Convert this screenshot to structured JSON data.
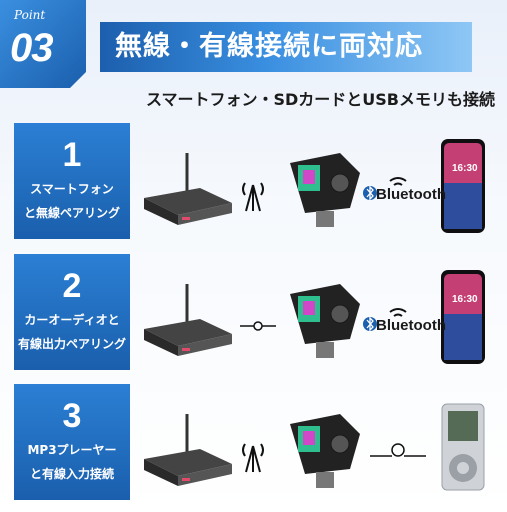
{
  "badge": {
    "label": "Point",
    "number": "03"
  },
  "title": "無線・有線接続に両対応",
  "subtitle": "スマートフォン・SDカードとUSBメモリも接続",
  "rows": [
    {
      "number": "1",
      "line1": "スマートフォン",
      "line2": "と無線ペアリング",
      "bluetooth": "Bluetooth",
      "clock": "16:30"
    },
    {
      "number": "2",
      "line1": "カーオーディオと",
      "line2": "有線出力ペアリング",
      "bluetooth": "Bluetooth",
      "clock": "16:30"
    },
    {
      "number": "3",
      "line1": "MP3プレーヤー",
      "line2": "と有線入力接続"
    }
  ],
  "colors": {
    "accent": "#1a5fad",
    "band_start": "#1c5fae",
    "band_end": "#8ec7f5"
  },
  "icons": [
    "car-stereo-icon",
    "antenna-signal-icon",
    "fm-transmitter-icon",
    "bluetooth-icon",
    "smartphone-icon",
    "aux-cable-icon",
    "mp3-player-icon"
  ]
}
